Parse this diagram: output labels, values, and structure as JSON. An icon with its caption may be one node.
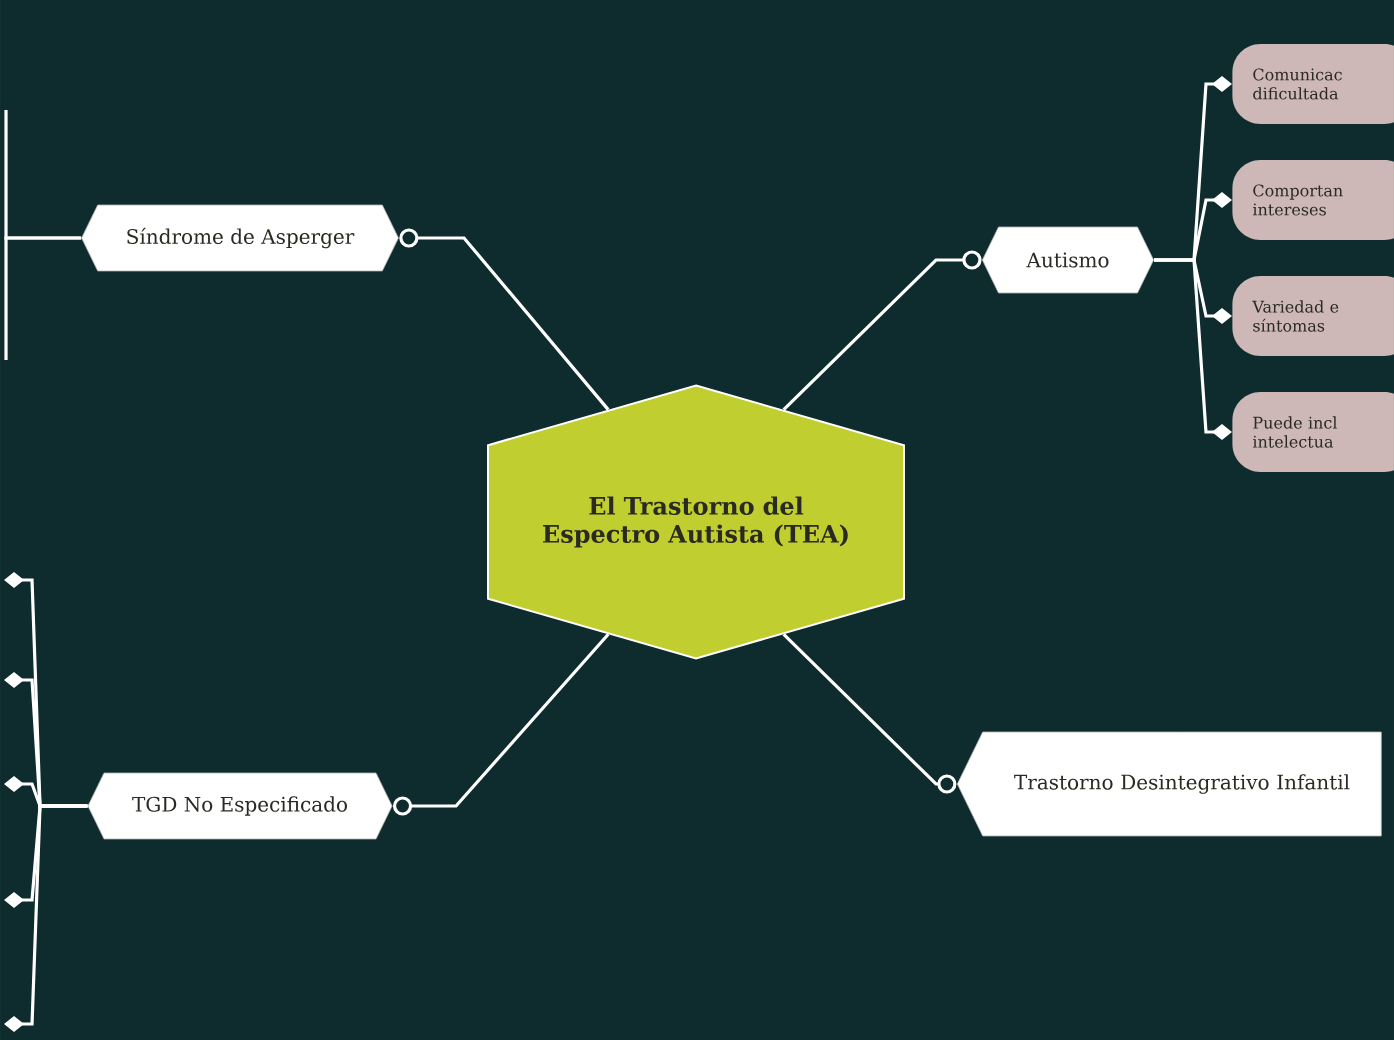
{
  "diagram": {
    "nodes": [
      {
        "text": [
          "El Trastorno del Espectro Autista (TEA)"
        ]
      },
      {
        "text": [
          "Síndrome de Asperger"
        ]
      },
      {
        "text": [
          "TGD No Especificado"
        ]
      },
      {
        "text": [
          "Autismo"
        ]
      },
      {
        "text": [
          "Comunicac dificultada"
        ]
      },
      {
        "text": [
          "Comportan intereses"
        ]
      },
      {
        "text": [
          "Variedad e síntomas"
        ]
      },
      {
        "text": [
          "Puede incl intelectua"
        ]
      },
      {
        "text": [
          "Trastorno Desintegrativo Infantil"
        ]
      }
    ],
    "edges": [
      {
        "from": 0,
        "to": 1,
        "arrow": "other"
      },
      {
        "from": 0,
        "to": 2,
        "arrow": "other"
      },
      {
        "from": 0,
        "to": 3,
        "arrow": "other"
      },
      {
        "from": 0,
        "to": 8,
        "arrow": "other"
      },
      {
        "from": 3,
        "to": 4,
        "arrow": "to"
      },
      {
        "from": 3,
        "to": 5,
        "arrow": "to"
      },
      {
        "from": 3,
        "to": 6,
        "arrow": "to"
      },
      {
        "from": 3,
        "to": 7,
        "arrow": "to"
      },
      {
        "from": 1,
        "to": null,
        "arrow": "none"
      },
      {
        "from": 1,
        "to": null,
        "arrow": "none"
      },
      {
        "from": 2,
        "to": null,
        "arrow": "to"
      },
      {
        "from": 2,
        "to": null,
        "arrow": "to"
      },
      {
        "from": 2,
        "to": null,
        "arrow": "to"
      },
      {
        "from": 2,
        "to": null,
        "arrow": "to"
      },
      {
        "from": 2,
        "to": null,
        "arrow": "to"
      }
    ]
  }
}
